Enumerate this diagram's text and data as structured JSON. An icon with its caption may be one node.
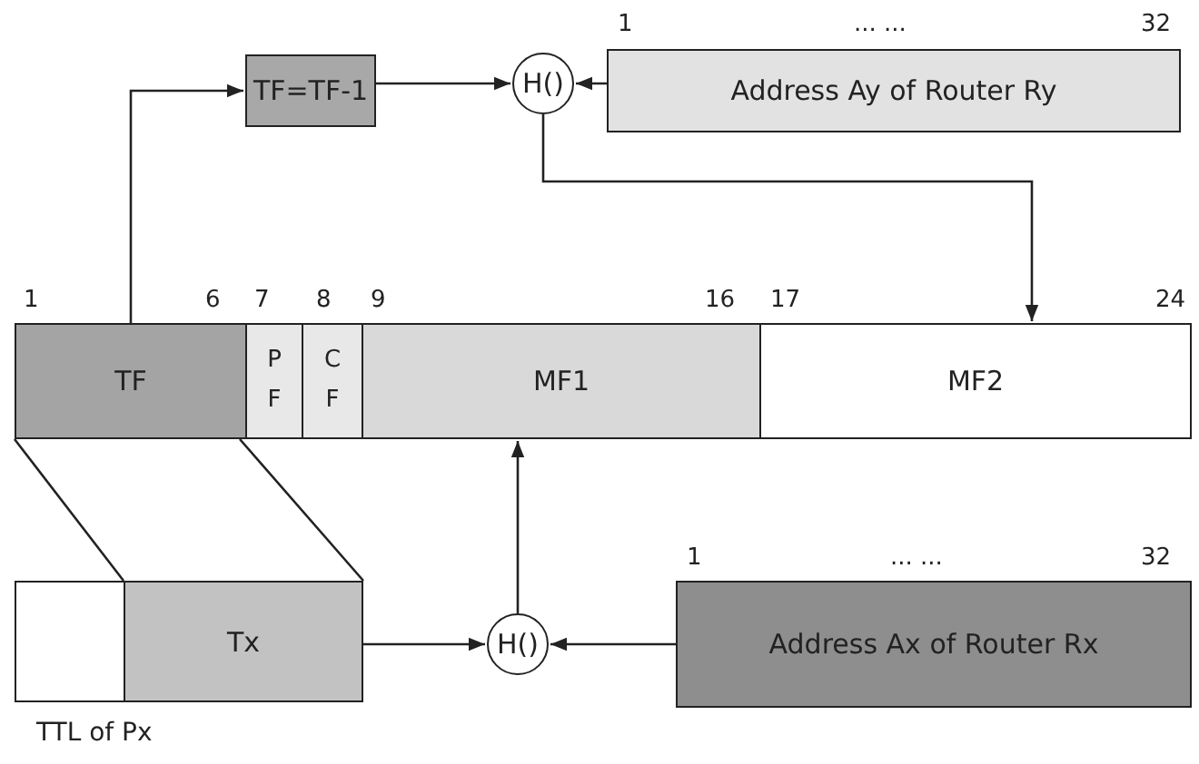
{
  "diagram": {
    "nodes": [
      {
        "text": [
          "TF=TF-1"
        ]
      },
      {
        "text": [
          "H()"
        ]
      },
      {
        "text": [
          "Address Ay of Router Ry"
        ]
      },
      {
        "text": [
          "TF"
        ]
      },
      {
        "text": [
          "P F"
        ]
      },
      {
        "text": [
          "C F"
        ]
      },
      {
        "text": [
          "MF1"
        ]
      },
      {
        "text": [
          "MF2"
        ]
      },
      {
        "text": [],
        "shape": "box"
      },
      {
        "text": [
          "Tx"
        ]
      },
      {
        "text": [
          "H()"
        ]
      },
      {
        "text": [
          "Address Ax of Router Rx"
        ]
      }
    ],
    "edges": [
      {
        "from": 3,
        "to": 0,
        "arrow": "to"
      },
      {
        "from": 0,
        "to": 1,
        "arrow": "to"
      },
      {
        "from": 2,
        "to": 1,
        "arrow": "to"
      },
      {
        "from": 1,
        "to": 7,
        "arrow": "to"
      },
      {
        "from": 9,
        "to": 10,
        "arrow": "to"
      },
      {
        "from": 11,
        "to": 10,
        "arrow": "to"
      },
      {
        "from": 10,
        "to": 6,
        "arrow": "to"
      },
      {
        "from": 3,
        "to": 9,
        "arrow": "none"
      }
    ],
    "labels": [
      "1",
      "... ...",
      "32",
      "1",
      "6",
      "7",
      "8",
      "9",
      "16",
      "17",
      "24",
      "1",
      "... ...",
      "32",
      "TTL of Px"
    ]
  }
}
